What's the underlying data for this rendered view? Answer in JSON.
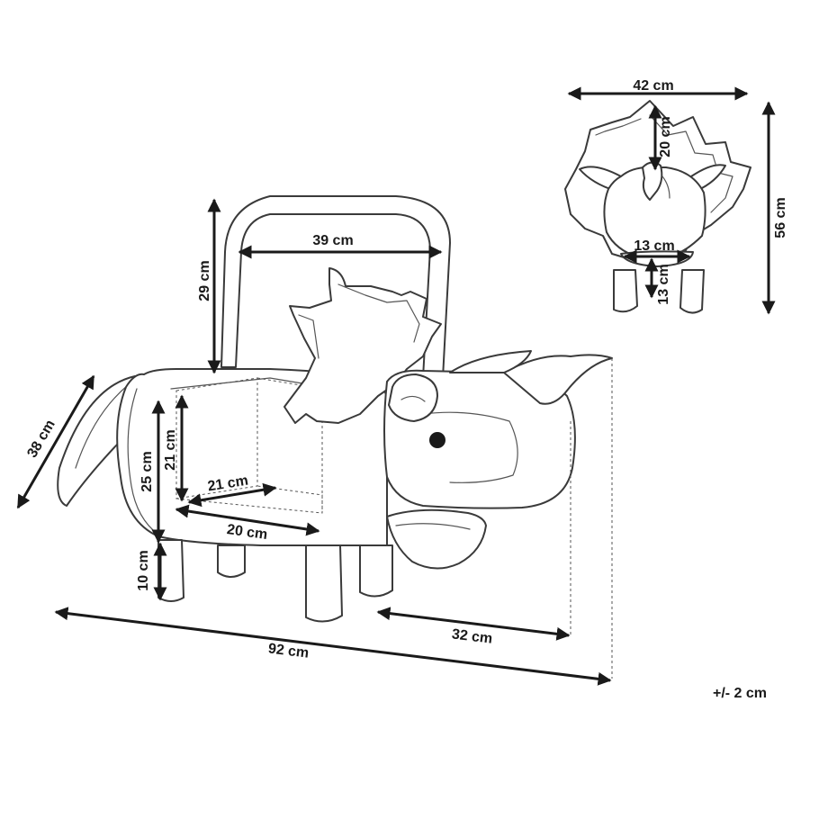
{
  "dimensions": {
    "top_width": "42 cm",
    "top_horn": "20 cm",
    "total_height": "56 cm",
    "front_nose_width": "13 cm",
    "front_nose_height": "13 cm",
    "backrest_height": "29 cm",
    "storage_width": "39 cm",
    "body_depth": "38 cm",
    "seat_height": "25 cm",
    "storage_height": "21 cm",
    "storage_depth": "21 cm",
    "storage_length": "20 cm",
    "leg_height": "10 cm",
    "head_length": "32 cm",
    "total_length": "92 cm"
  },
  "tolerance": "+/- 2 cm",
  "colors": {
    "line": "#3a3a3a",
    "dimension": "#1a1a1a",
    "background": "#ffffff"
  }
}
